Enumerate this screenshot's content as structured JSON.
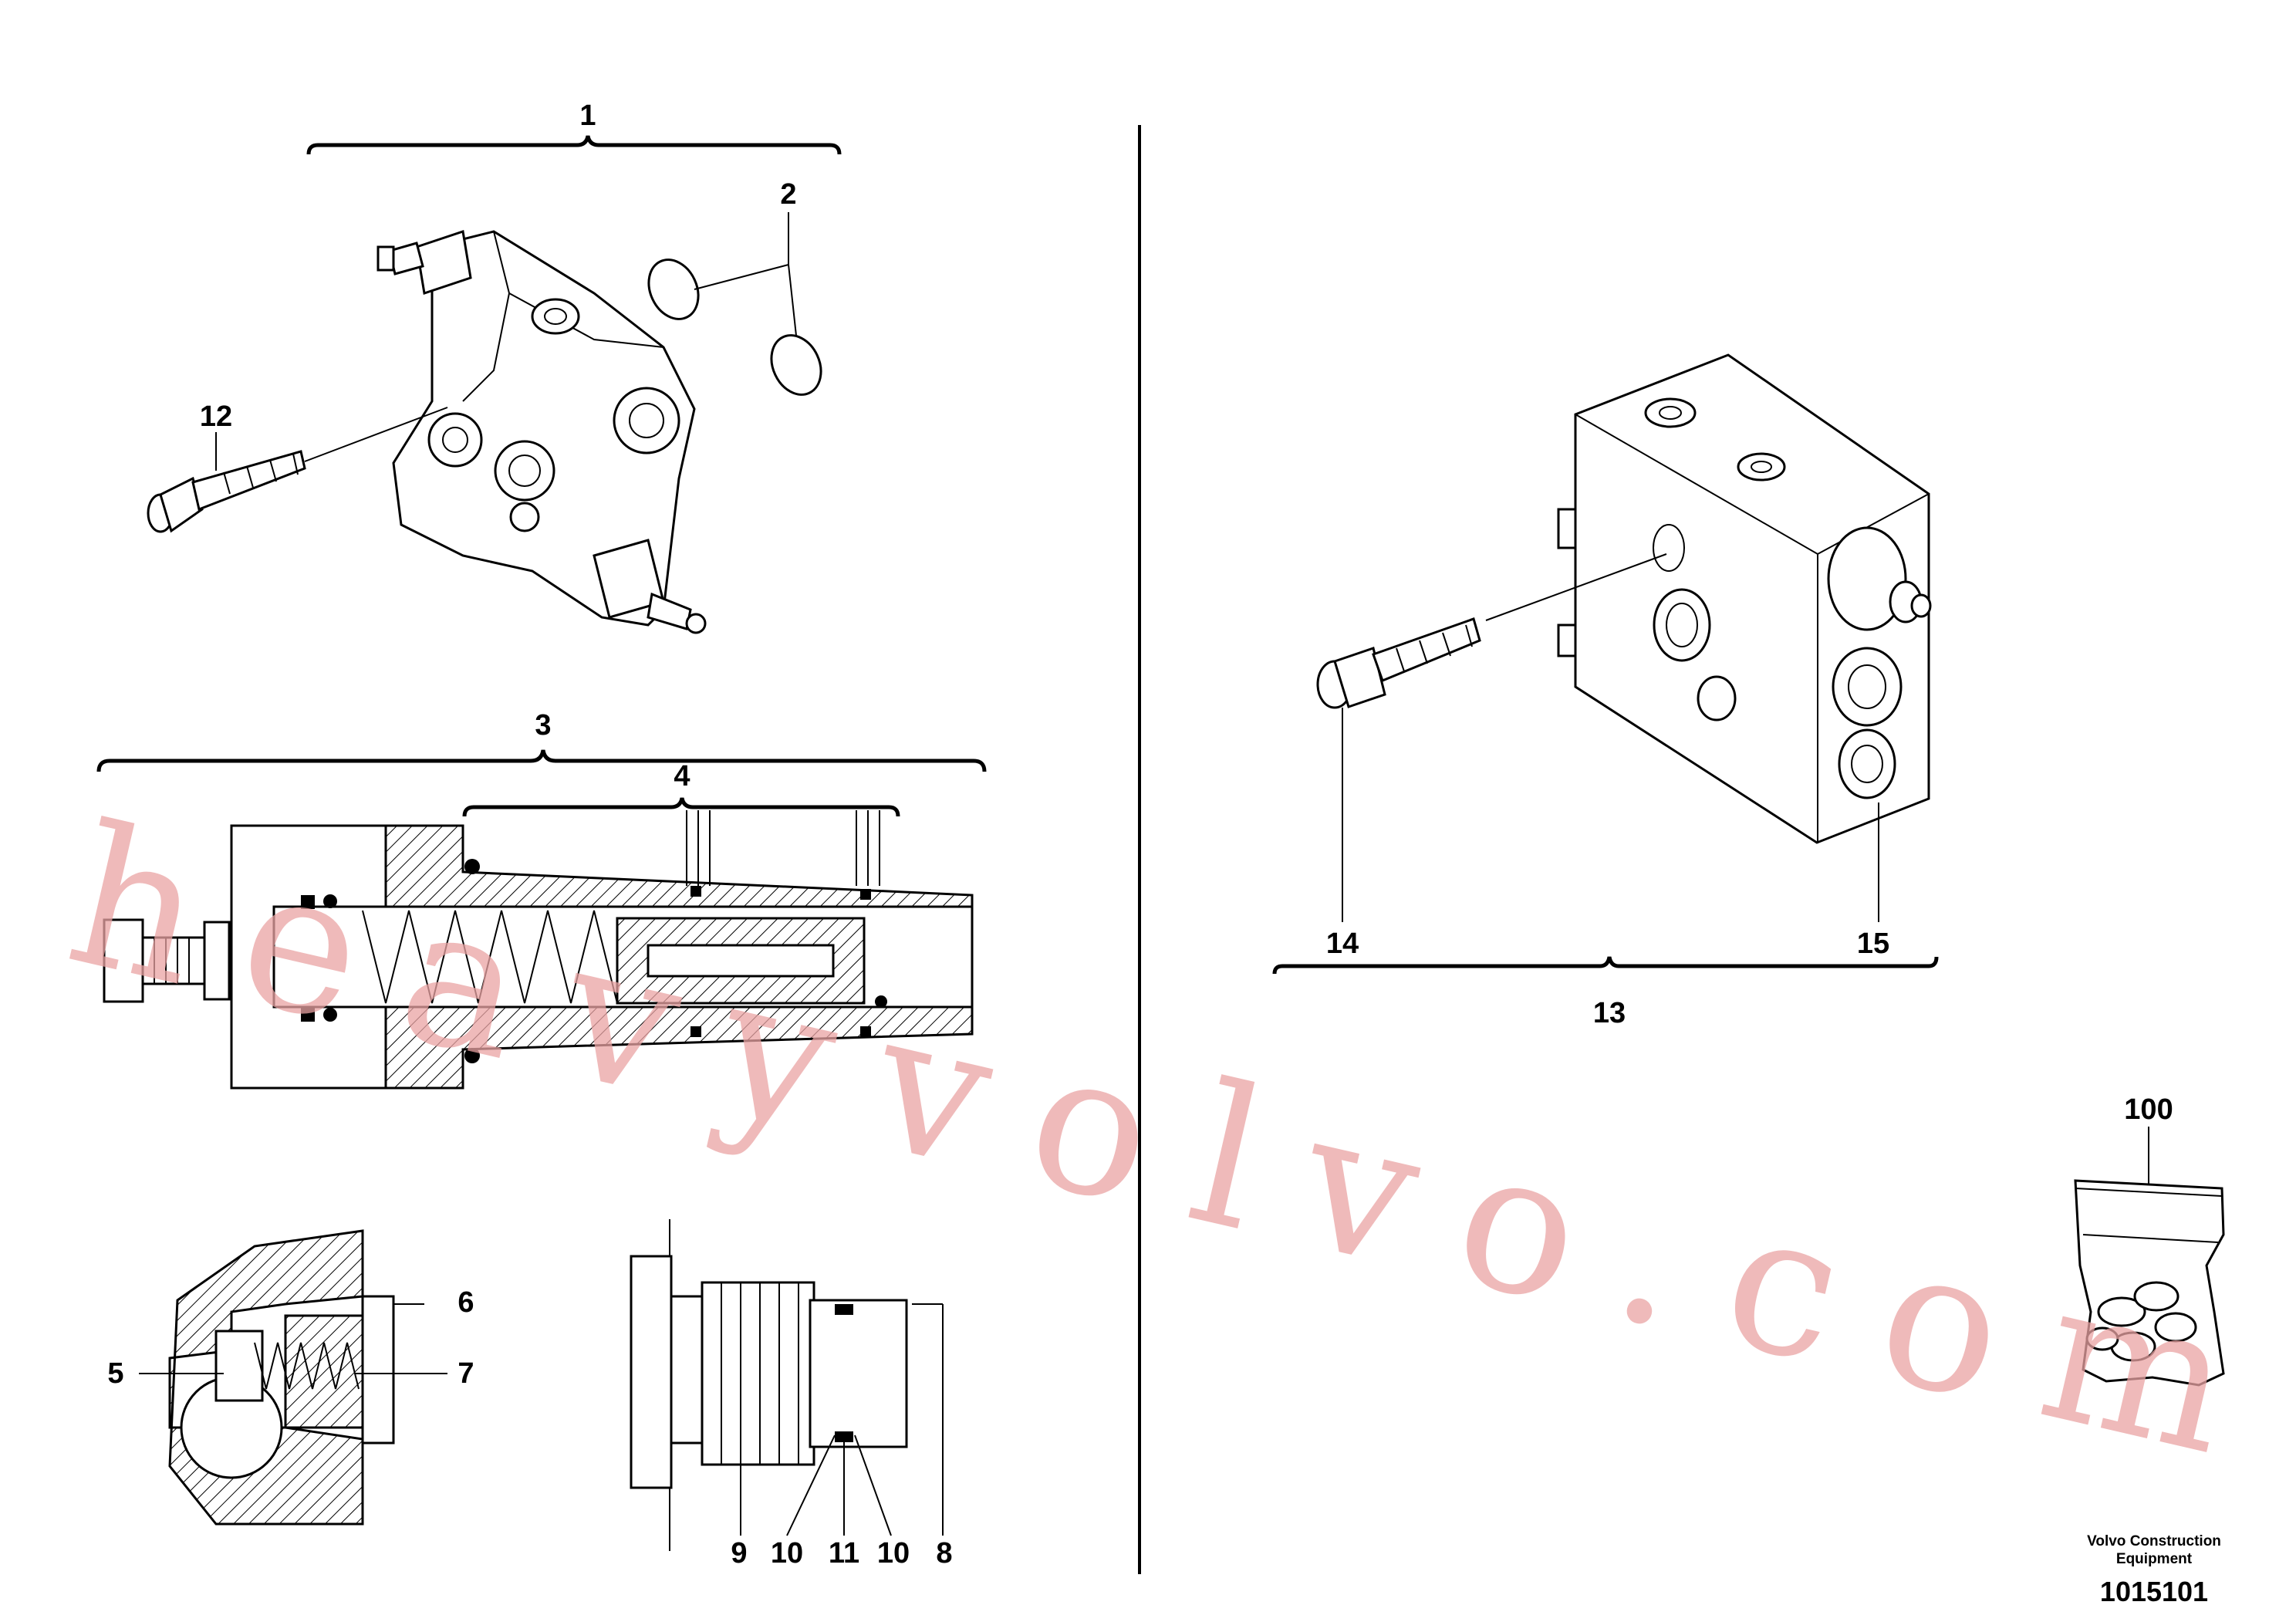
{
  "labels": {
    "l1": "1",
    "l2": "2",
    "l3": "3",
    "l4": "4",
    "l5": "5",
    "l6": "6",
    "l7": "7",
    "l8": "8",
    "l9": "9",
    "l10a": "10",
    "l11": "11",
    "l10b": "10",
    "l12": "12",
    "l13": "13",
    "l14": "14",
    "l15": "15",
    "l100": "100"
  },
  "footer": {
    "company_line1": "Volvo Construction",
    "company_line2": "Equipment",
    "drawing_number": "1015101"
  },
  "watermark": "heavyvolvo.com",
  "colors": {
    "watermark": "#e9a3a3",
    "ink": "#000000"
  }
}
